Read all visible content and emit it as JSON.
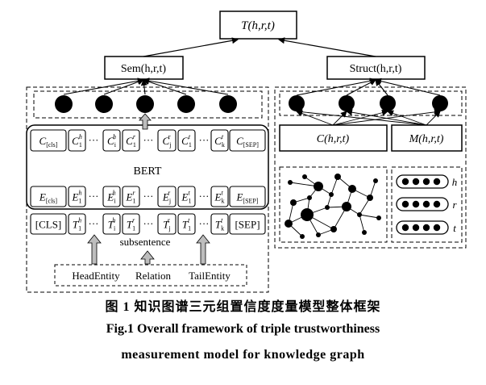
{
  "diagram": {
    "top_node": "T(h,r,t)",
    "sem_node": "Sem(h,r,t)",
    "struct_node": "Struct(h,r,t)",
    "bert_label": "BERT",
    "subsentence_label": "subsentence",
    "c_tokens": [
      "C[cls]",
      "C1h",
      "···",
      "Cih",
      "C1r",
      "···",
      "Cjr",
      "C1t",
      "···",
      "Ckt",
      "C[SEP]"
    ],
    "e_tokens": [
      "E[cls]",
      "E1h",
      "···",
      "Eih",
      "E1r",
      "···",
      "Ejr",
      "E1t",
      "···",
      "Ekt",
      "E[SEP]"
    ],
    "t_tokens": [
      "[CLS]",
      "T1h",
      "···",
      "Tih",
      "T1r",
      "···",
      "Tjr",
      "T1t",
      "···",
      "Tkt",
      "[SEP]"
    ],
    "input_words": [
      "HeadEntity",
      "Relation",
      "TailEntity"
    ],
    "c_func": "C(h,r,t)",
    "m_func": "M(h,r,t)",
    "embed_labels": [
      "h",
      "r",
      "t"
    ]
  },
  "caption": {
    "cn": "图 1    知识图谱三元组置信度度量模型整体框架",
    "en_line1": "Fig.1    Overall framework of triple trustworthiness",
    "en_line2": "measurement model for knowledge graph"
  }
}
